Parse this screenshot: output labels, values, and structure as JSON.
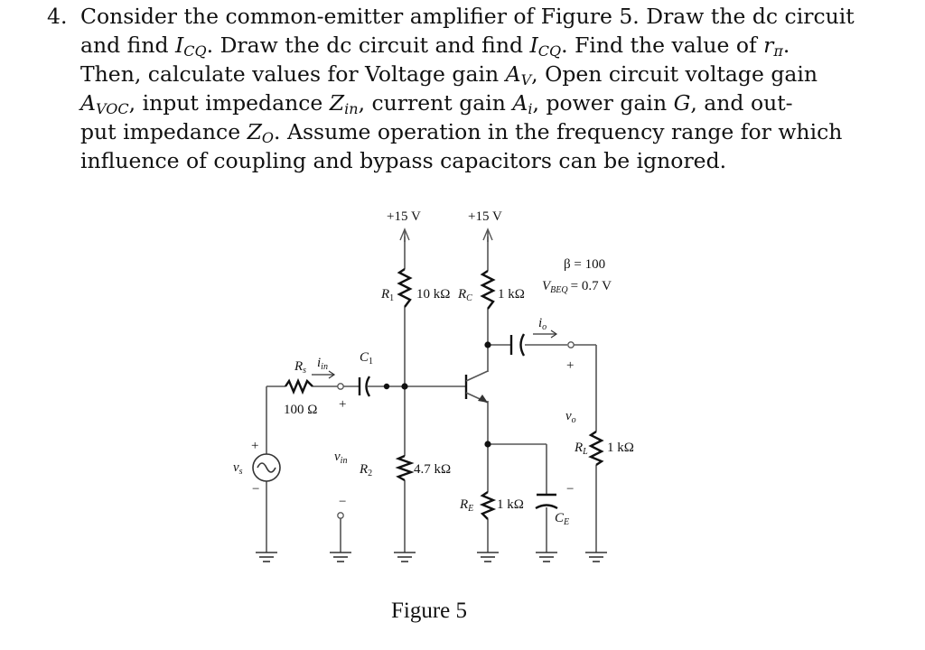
{
  "problem": {
    "number": "4.",
    "lines": [
      [
        "Consider the common-emitter amplifier of Figure 5. Draw the dc circuit"
      ],
      [
        "and find ",
        {
          "v": "I",
          "s": "CQ"
        },
        ". Draw the dc circuit and find ",
        {
          "v": "I",
          "s": "CQ"
        },
        ". Find the value of ",
        {
          "v": "r",
          "s": "π"
        },
        "."
      ],
      [
        "Then, calculate values for Voltage gain ",
        {
          "v": "A",
          "s": "V"
        },
        ", Open circuit voltage gain"
      ],
      [
        {
          "v": "A",
          "s": "VOC"
        },
        ", input impedance ",
        {
          "v": "Z",
          "s": "in"
        },
        ", current gain ",
        {
          "v": "A",
          "s": "i"
        },
        ", power gain ",
        {
          "v": "G"
        },
        ", and out-"
      ],
      [
        "put impedance ",
        {
          "v": "Z",
          "s": "O"
        },
        ". Assume operation in the frequency range for which"
      ],
      [
        "influence of coupling and bypass capacitors can be ignored."
      ]
    ]
  },
  "figure": {
    "caption": "Figure 5",
    "supply_left": "+15 V",
    "supply_right": "+15 V",
    "beta": "β = 100",
    "vbeq_symbol": "V",
    "vbeq_sub": "BEQ",
    "vbeq_value": "= 0.7 V",
    "components": {
      "R1": {
        "name": "R",
        "sub": "1",
        "value": "10 kΩ"
      },
      "RC": {
        "name": "R",
        "sub": "C",
        "value": "1 kΩ"
      },
      "R2": {
        "name": "R",
        "sub": "2",
        "value": "4.7 kΩ"
      },
      "RE": {
        "name": "R",
        "sub": "E",
        "value": "1 kΩ"
      },
      "RL": {
        "name": "R",
        "sub": "L",
        "value": "1 kΩ"
      },
      "Rs": {
        "name": "R",
        "sub": "s",
        "value": "100 Ω"
      },
      "C1": {
        "name": "C",
        "sub": "1"
      },
      "CE": {
        "name": "C",
        "sub": "E"
      }
    },
    "signals": {
      "vs": {
        "name": "v",
        "sub": "s"
      },
      "iin": {
        "name": "i",
        "sub": "in"
      },
      "vin": {
        "name": "v",
        "sub": "in"
      },
      "io": {
        "name": "i",
        "sub": "o"
      },
      "vo": {
        "name": "v",
        "sub": "o"
      }
    },
    "plus": "+",
    "minus": "−"
  }
}
